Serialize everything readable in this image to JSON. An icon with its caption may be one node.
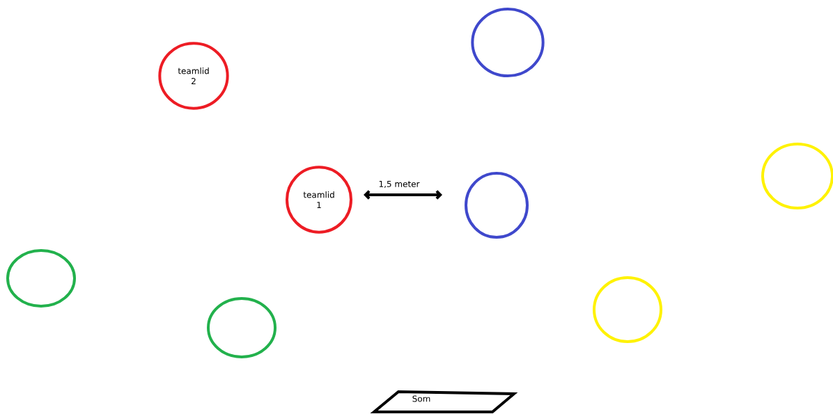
{
  "diagram": {
    "nodes": [
      {
        "text": [],
        "shape": "circle"
      },
      {
        "text": [
          "teamlid 2"
        ]
      },
      {
        "text": [],
        "shape": "circle"
      },
      {
        "text": [
          "teamlid 1"
        ]
      },
      {
        "text": [],
        "shape": "circle"
      },
      {
        "text": [],
        "shape": "circle"
      },
      {
        "text": [],
        "shape": "circle"
      },
      {
        "text": [],
        "shape": "circle"
      },
      {
        "text": [
          "Som"
        ]
      }
    ],
    "edges": [],
    "labels": [
      "1,5 meter"
    ]
  }
}
